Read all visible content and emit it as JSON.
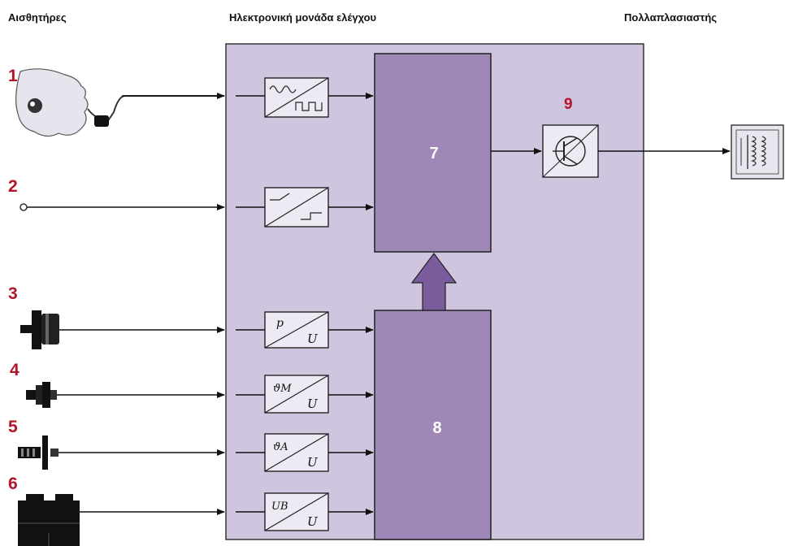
{
  "headers": {
    "sensors": "Αισθητήρες",
    "ecu": "Ηλεκτρονική μονάδα ελέγχου",
    "multiplier": "Πολλαπλασιαστής"
  },
  "sensor_numbers": [
    "1",
    "2",
    "3",
    "4",
    "5",
    "6"
  ],
  "blocks": {
    "logic": "7",
    "memory": "8",
    "driver": "9"
  },
  "converters": {
    "pressure": {
      "top": "p",
      "bottom": "U"
    },
    "engine_temp": {
      "top": "ϑM",
      "bottom": "U"
    },
    "air_temp": {
      "top": "ϑA",
      "bottom": "U"
    },
    "battery": {
      "top": "UB",
      "bottom": "U"
    }
  },
  "colors": {
    "ecu_fill": "#cfc5df",
    "block_fill": "#9f88b8",
    "number_red": "#b3142a"
  },
  "icons": [
    "speed-sensor-icon",
    "switch-icon",
    "pressure-sensor-icon",
    "temp-sensor-icon",
    "air-temp-sensor-icon",
    "battery-icon",
    "transistor-icon",
    "ignition-coil-icon"
  ]
}
